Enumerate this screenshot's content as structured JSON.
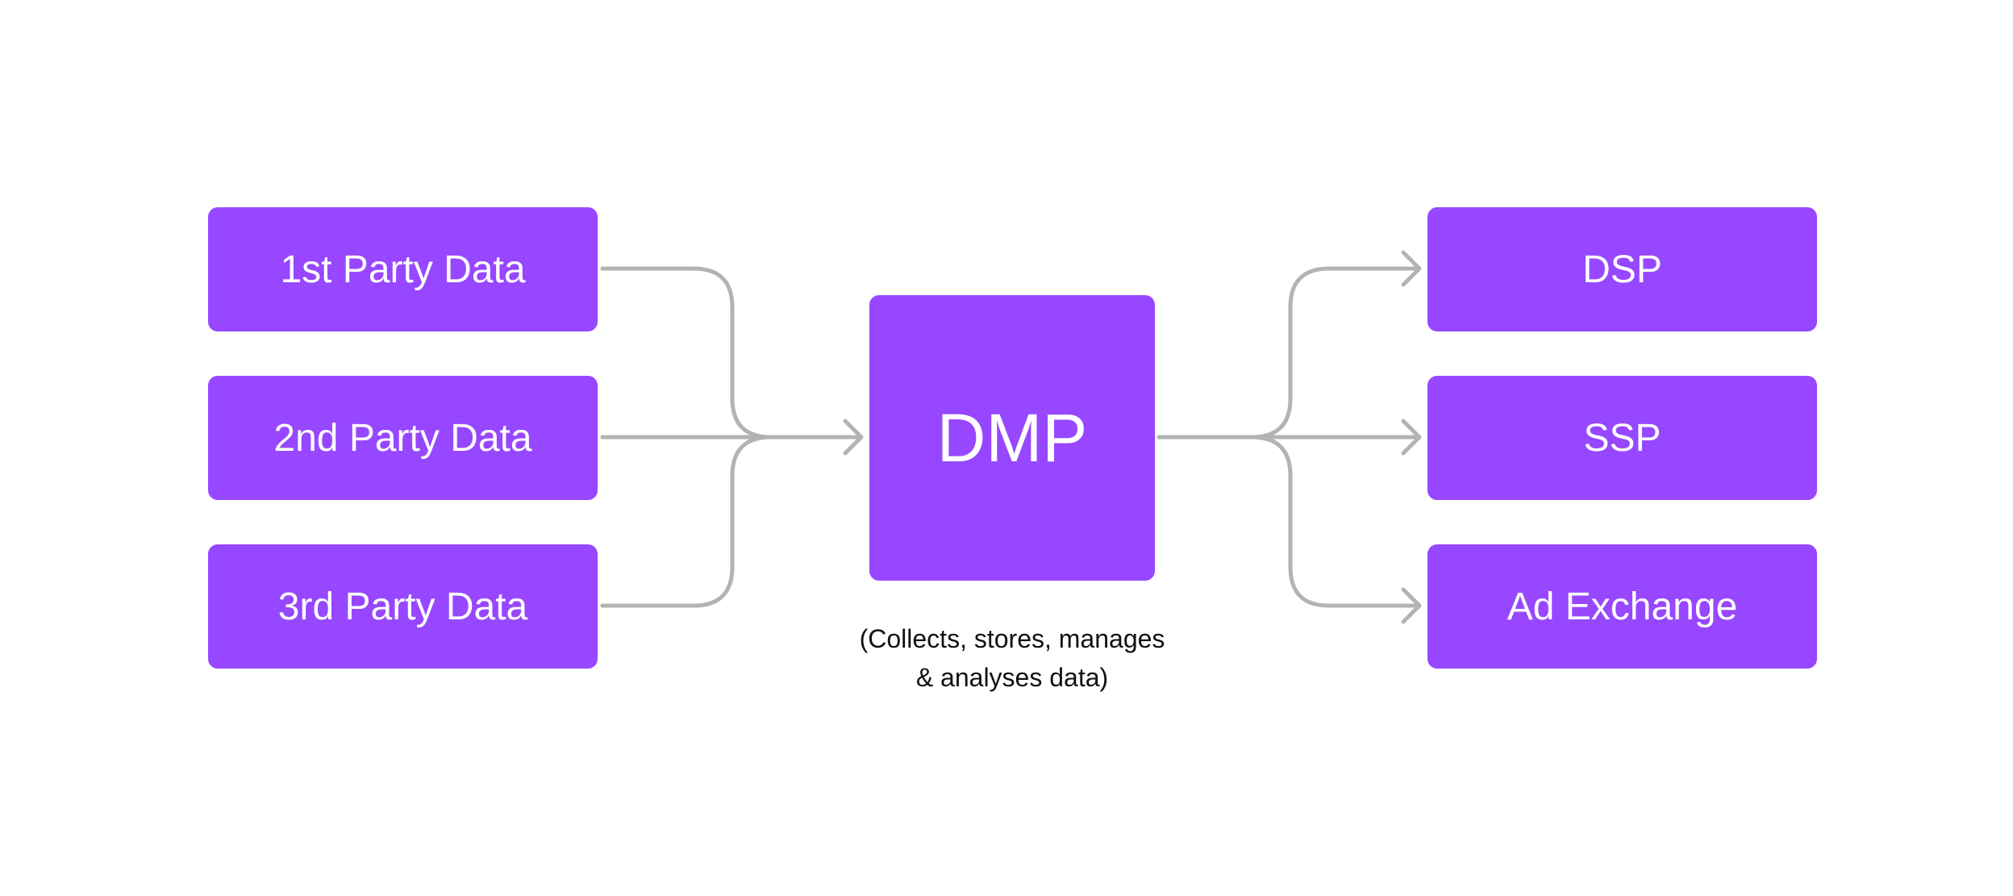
{
  "colors": {
    "node_fill": "#9747FF",
    "node_text": "#FFFFFF",
    "connector": "#B3B3B3",
    "caption_text": "#111111",
    "background": "#FFFFFF"
  },
  "sources": [
    {
      "label": "1st Party Data"
    },
    {
      "label": "2nd Party Data"
    },
    {
      "label": "3rd Party Data"
    }
  ],
  "center": {
    "label": "DMP",
    "caption_line1": "(Collects, stores, manages",
    "caption_line2": "& analyses data)"
  },
  "destinations": [
    {
      "label": "DSP"
    },
    {
      "label": "SSP"
    },
    {
      "label": "Ad Exchange"
    }
  ],
  "edges": [
    {
      "from": "1st Party Data",
      "to": "DMP"
    },
    {
      "from": "2nd Party Data",
      "to": "DMP"
    },
    {
      "from": "3rd Party Data",
      "to": "DMP"
    },
    {
      "from": "DMP",
      "to": "DSP"
    },
    {
      "from": "DMP",
      "to": "SSP"
    },
    {
      "from": "DMP",
      "to": "Ad Exchange"
    }
  ]
}
